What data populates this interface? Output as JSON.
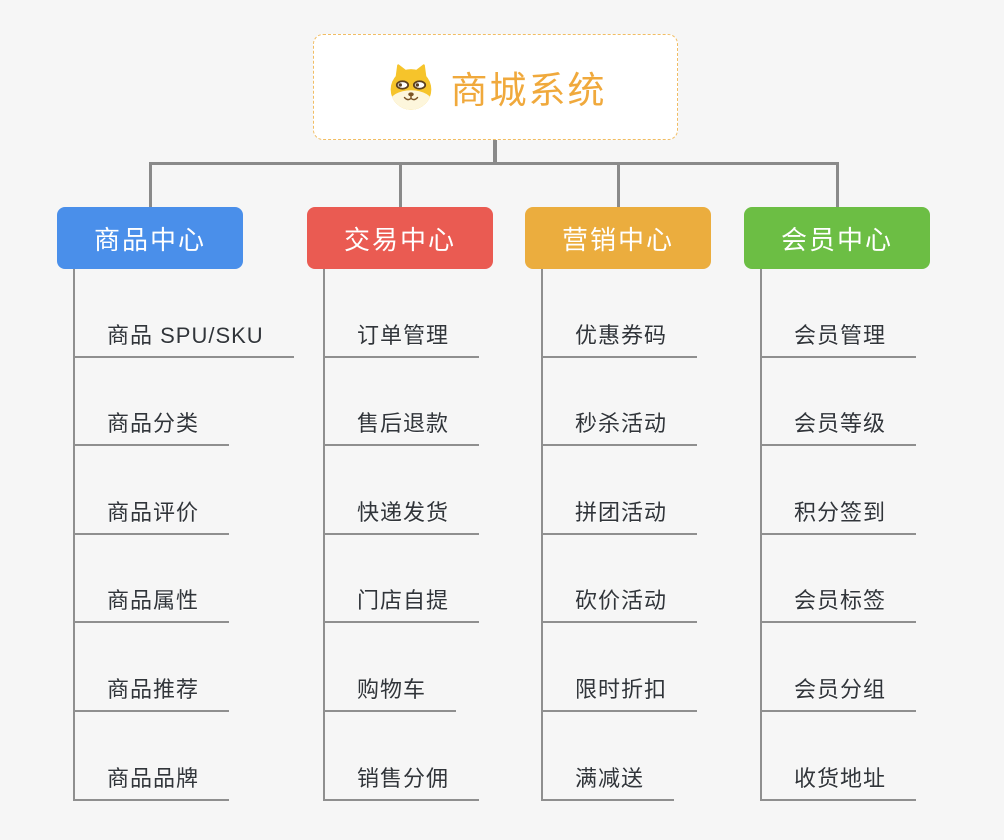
{
  "canvas": {
    "background": "#f6f6f6",
    "connector_color": "#8a8a8a"
  },
  "root": {
    "title": "商城系统",
    "icon": "shiba-dog-icon",
    "text_color": "#f0a93c",
    "border_color": "#f1bd63"
  },
  "branches": [
    {
      "label": "商品中心",
      "color": "#4a8fea",
      "children": [
        "商品 SPU/SKU",
        "商品分类",
        "商品评价",
        "商品属性",
        "商品推荐",
        "商品品牌"
      ]
    },
    {
      "label": "交易中心",
      "color": "#ea5b52",
      "children": [
        "订单管理",
        "售后退款",
        "快递发货",
        "门店自提",
        "购物车",
        "销售分佣"
      ]
    },
    {
      "label": "营销中心",
      "color": "#ebad3e",
      "children": [
        "优惠券码",
        "秒杀活动",
        "拼团活动",
        "砍价活动",
        "限时折扣",
        "满减送"
      ]
    },
    {
      "label": "会员中心",
      "color": "#6cbe44",
      "children": [
        "会员管理",
        "会员等级",
        "积分签到",
        "会员标签",
        "会员分组",
        "收货地址"
      ]
    }
  ]
}
